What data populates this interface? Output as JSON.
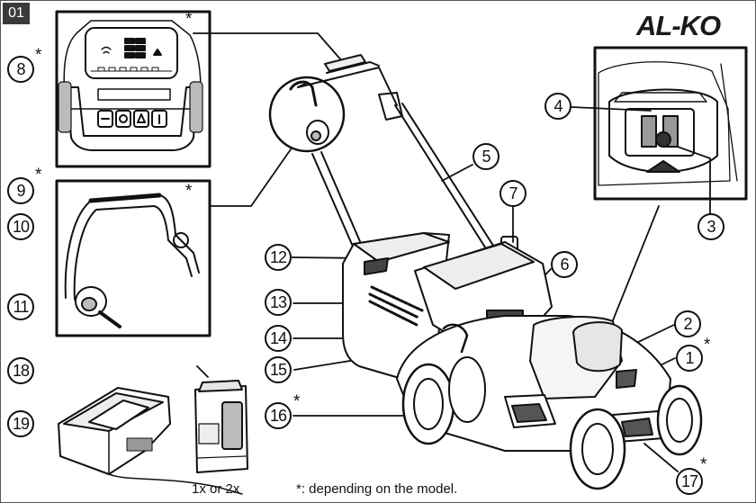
{
  "figure_number": "01",
  "brand": "AL-KO",
  "asterisk": "*",
  "callouts": [
    "1",
    "2",
    "3",
    "4",
    "5",
    "6",
    "7",
    "8",
    "9",
    "10",
    "11",
    "12",
    "13",
    "14",
    "15",
    "16",
    "17",
    "18",
    "19"
  ],
  "battery_quantity": "1x or 2x",
  "footnote": "*: depending on the model."
}
